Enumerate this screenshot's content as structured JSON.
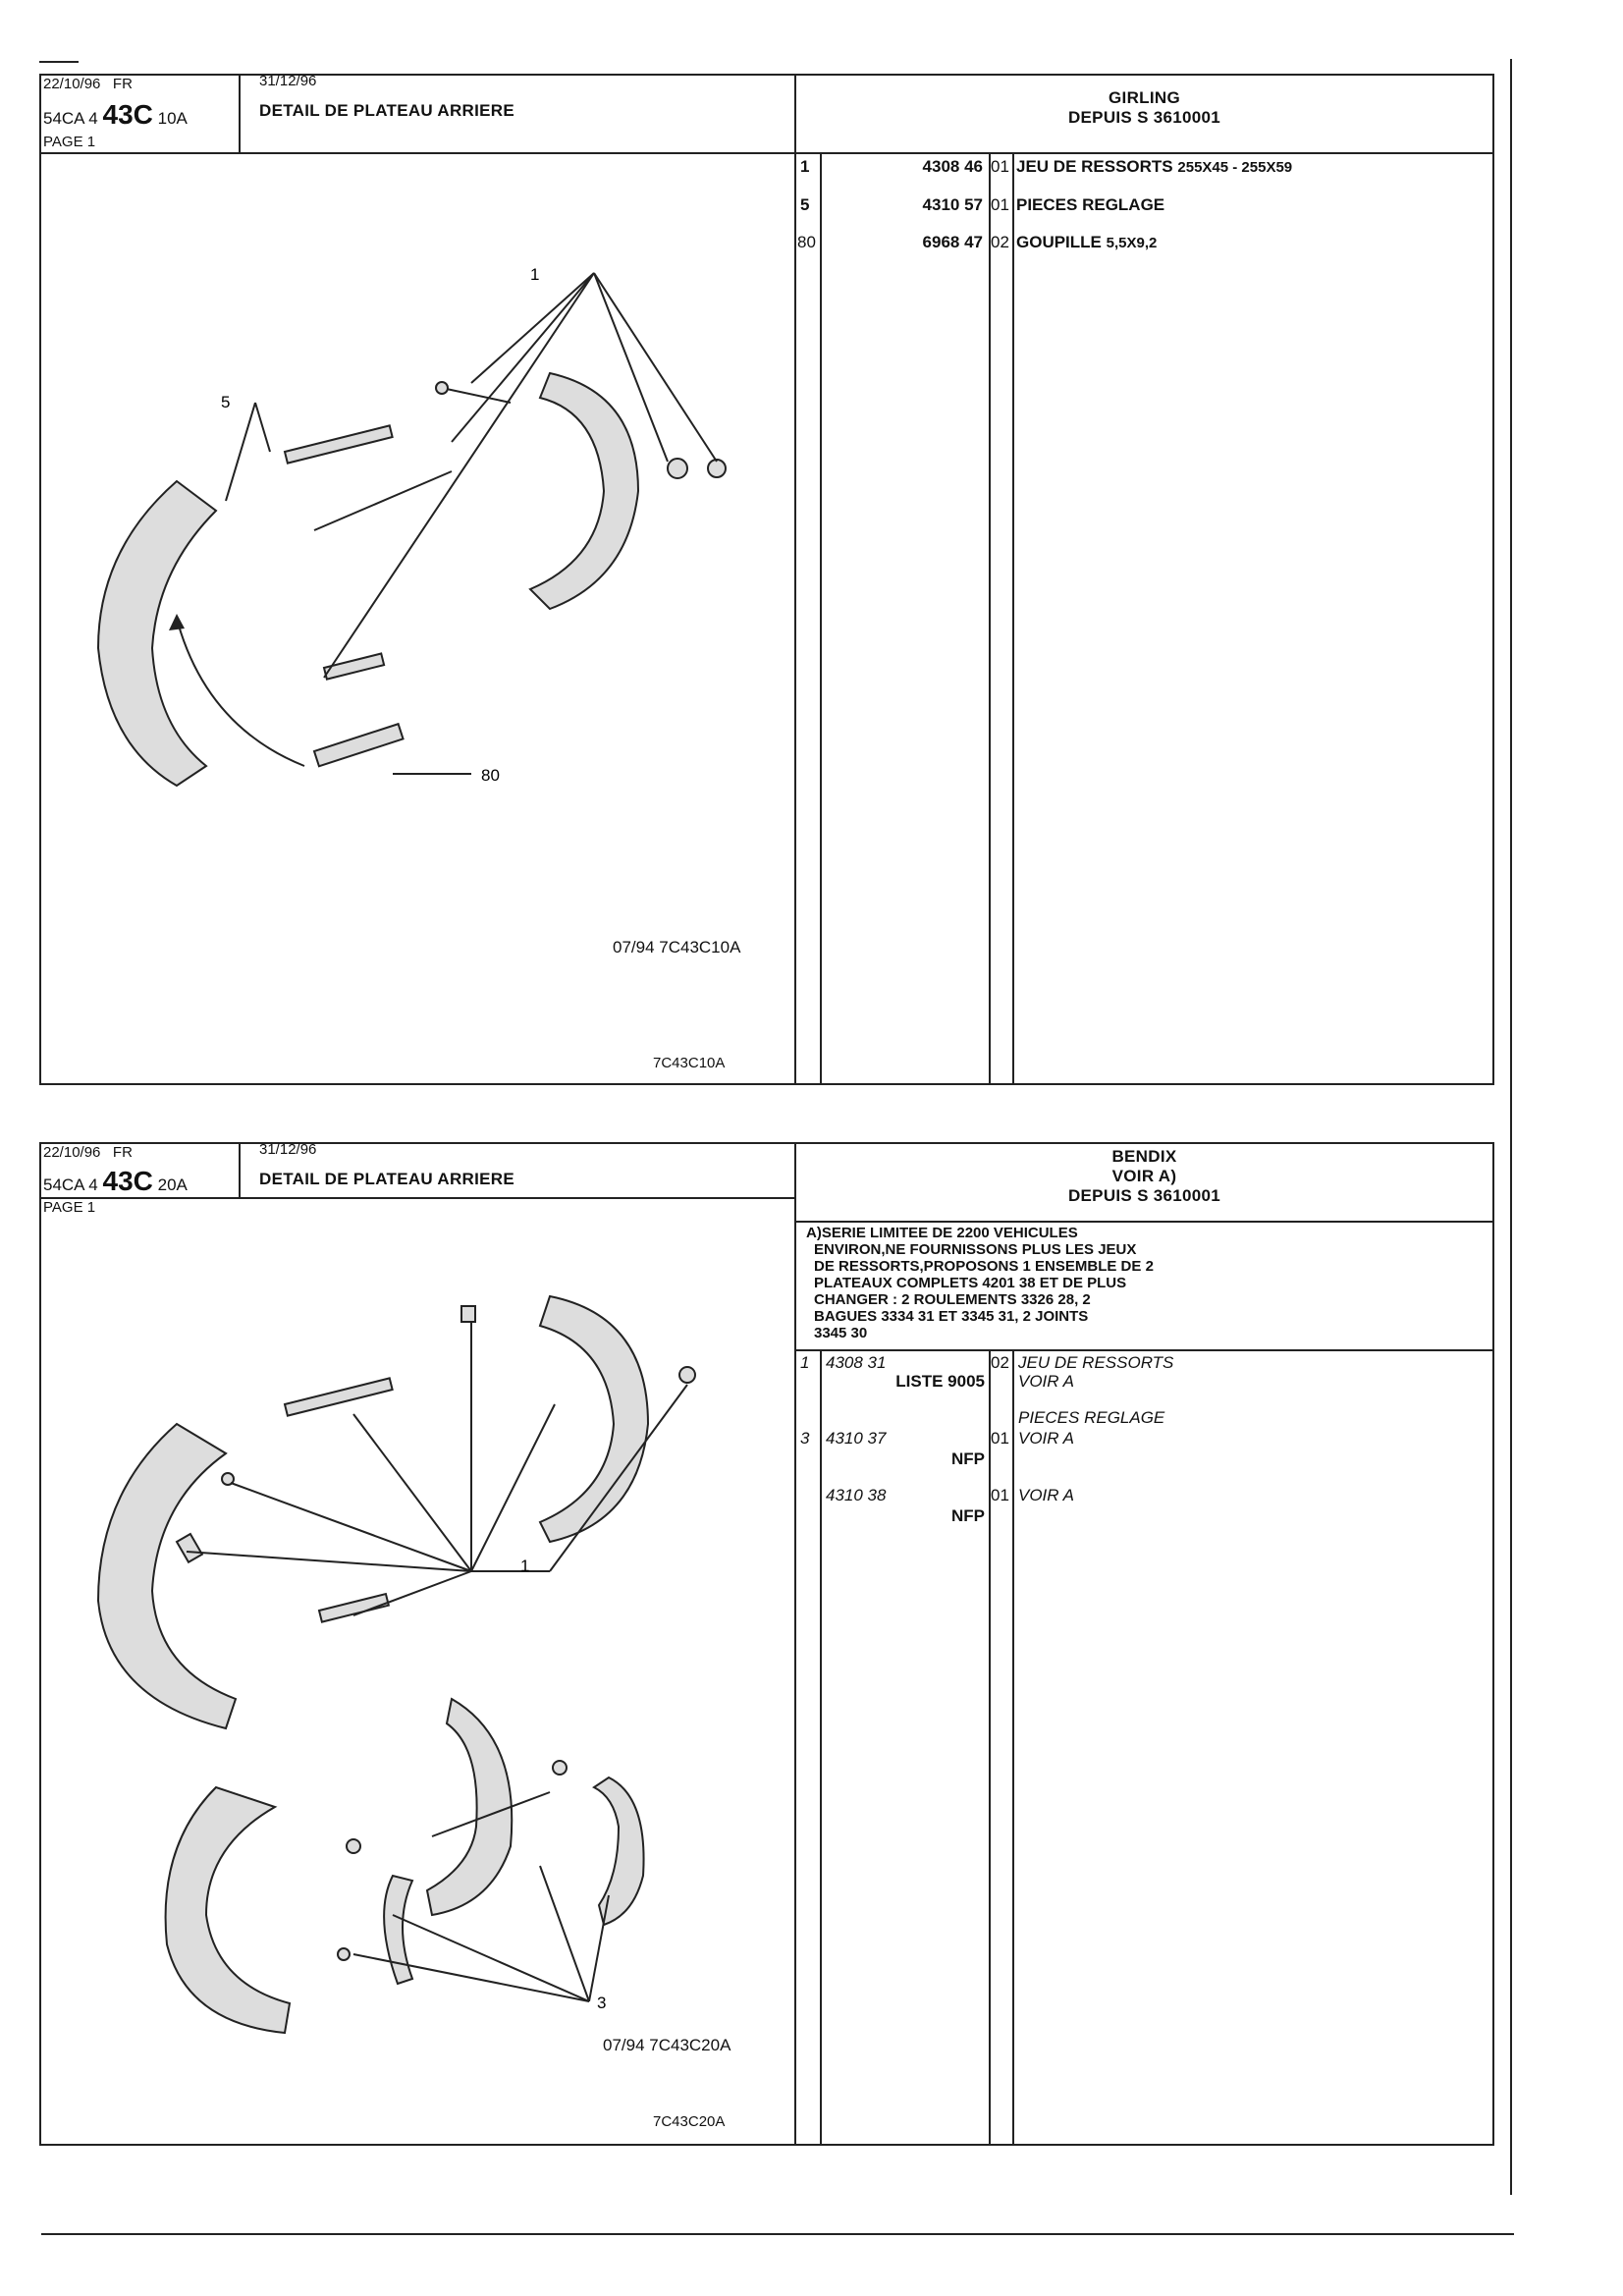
{
  "panels": [
    {
      "date": "22/10/96",
      "lang": "FR",
      "ref_prefix": "54CA 4",
      "ref_main": "43C",
      "ref_suffix": "10A",
      "page": "PAGE 1",
      "date2": "31/12/96",
      "title": "DETAIL DE PLATEAU ARRIERE",
      "brand_lines": [
        "GIRLING",
        "DEPUIS S 3610001"
      ],
      "rows": [
        {
          "item": "1",
          "ref": "4308 46",
          "qty": "01",
          "desc": "JEU DE RESSORTS",
          "desc_extra": "255X45 - 255X59"
        },
        {
          "item": "5",
          "ref": "4310 57",
          "qty": "01",
          "desc": "PIECES REGLAGE",
          "desc_extra": ""
        },
        {
          "item": "80",
          "ref": "6968 47",
          "qty": "02",
          "desc": "GOUPILLE",
          "desc_extra": "5,5X9,2"
        }
      ],
      "callouts": [
        "1",
        "5",
        "80"
      ],
      "drawing_caption": "07/94 7C43C10A",
      "drawing_id": "7C43C10A"
    },
    {
      "date": "22/10/96",
      "lang": "FR",
      "ref_prefix": "54CA 4",
      "ref_main": "43C",
      "ref_suffix": "20A",
      "page": "PAGE 1",
      "date2": "31/12/96",
      "title": "DETAIL DE PLATEAU ARRIERE",
      "brand_lines": [
        "BENDIX",
        "VOIR A)",
        "DEPUIS S 3610001"
      ],
      "note_lines": [
        "A)SERIE LIMITEE DE 2200 VEHICULES",
        "ENVIRON,NE FOURNISSONS PLUS LES JEUX",
        "DE RESSORTS,PROPOSONS 1 ENSEMBLE DE 2",
        "PLATEAUX COMPLETS 4201 38 ET DE PLUS",
        "CHANGER : 2 ROULEMENTS 3326 28, 2",
        "BAGUES 3334 31 ET 3345 31, 2 JOINTS",
        "3345 30"
      ],
      "rows": [
        {
          "item": "1",
          "ref": "4308 31",
          "sub": "LISTE 9005",
          "qty": "02",
          "desc": "JEU DE RESSORTS",
          "desc2": "VOIR A"
        },
        {
          "item": "3",
          "ref": "4310 37",
          "sub": "NFP",
          "qty": "01",
          "desc_pre": "PIECES REGLAGE",
          "desc": "VOIR A"
        },
        {
          "item": "",
          "ref": "4310 38",
          "sub": "NFP",
          "qty": "01",
          "desc": "VOIR A"
        }
      ],
      "callouts": [
        "1",
        "3"
      ],
      "drawing_caption": "07/94 7C43C20A",
      "drawing_id": "7C43C20A"
    }
  ]
}
